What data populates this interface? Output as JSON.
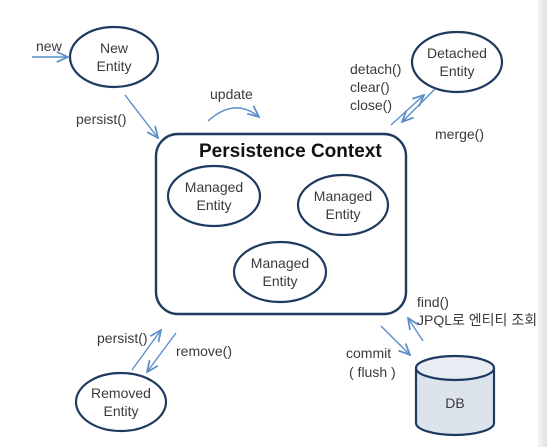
{
  "colors": {
    "shape_stroke": "#1f3a5f",
    "arrow": "#5b8fc9",
    "text": "#3a3a3a",
    "db_fill": "#dde3ec"
  },
  "nodes": {
    "new_entity": [
      "New",
      "Entity"
    ],
    "detached_entity": [
      "Detached",
      "Entity"
    ],
    "managed_1": [
      "Managed",
      "Entity"
    ],
    "managed_2": [
      "Managed",
      "Entity"
    ],
    "managed_3": [
      "Managed",
      "Entity"
    ],
    "removed_entity": [
      "Removed",
      "Entity"
    ],
    "db": "DB"
  },
  "persistence_context": {
    "title": "Persistence  Context"
  },
  "labels": {
    "new": "new",
    "persist_top": "persist()",
    "update": "update",
    "detach": "detach()",
    "clear": "clear()",
    "close": "close()",
    "merge": "merge()",
    "find": "find()",
    "jpql": "JPQL로 엔티티 조회",
    "persist_bottom": "persist()",
    "remove": "remove()",
    "commit": "commit",
    "flush": "( flush )"
  }
}
